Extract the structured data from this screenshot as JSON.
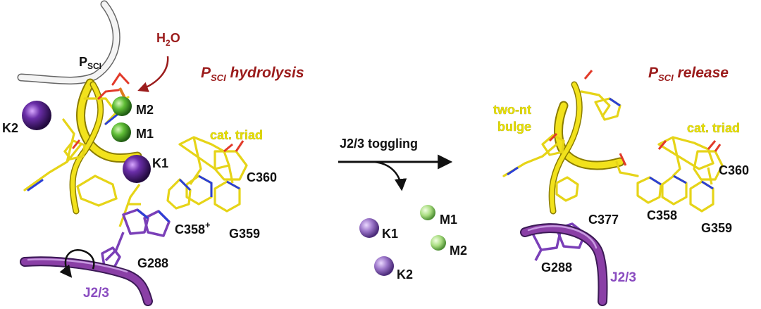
{
  "left_panel": {
    "title": {
      "main": "P",
      "sub": "SCI",
      "rest": " hydrolysis"
    },
    "water": {
      "main": "H",
      "sub": "2",
      "rest": "O"
    },
    "psci": {
      "main": "P",
      "sub": "SCI"
    },
    "ions": [
      "K2",
      "M2",
      "M1",
      "K1"
    ],
    "residues": [
      "cat. triad",
      "C360",
      "C358",
      "G359",
      "G288",
      "J2/3"
    ],
    "c358_charge": "+"
  },
  "center": {
    "arrow_label": "J2/3 toggling",
    "ions": [
      "K1",
      "M1",
      "M2",
      "K2"
    ]
  },
  "right_panel": {
    "title": {
      "main": "P",
      "sub": "SCI",
      "rest": " release"
    },
    "bulge_line1": "two-nt",
    "bulge_line2": "bulge",
    "residues": [
      "cat. triad",
      "C360",
      "C377",
      "C358",
      "G359",
      "G288",
      "J2/3"
    ]
  },
  "colors": {
    "rna_yellow": "#f2e21c",
    "j23_purple": "#8a3fa6",
    "metal_green": "#52b233",
    "potassium_purple": "#5a2a8f",
    "label_red": "#9b1c1c",
    "white_strand": "#f4f4f4"
  }
}
